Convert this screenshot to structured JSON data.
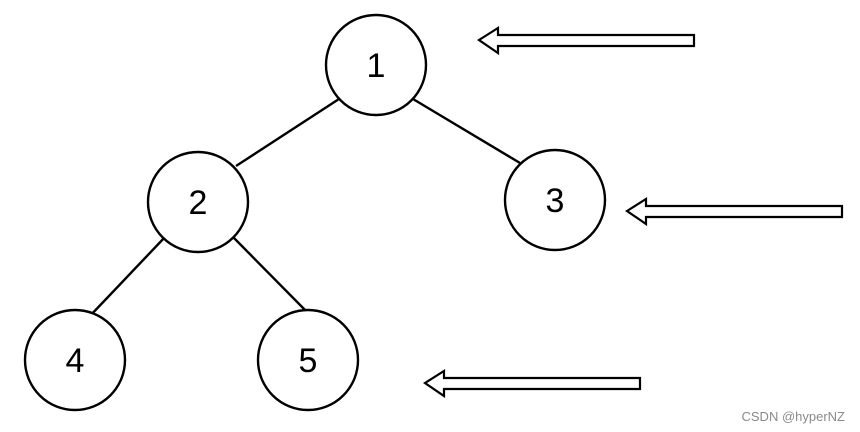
{
  "tree": {
    "nodes": [
      {
        "id": "1",
        "label": "1"
      },
      {
        "id": "2",
        "label": "2"
      },
      {
        "id": "3",
        "label": "3"
      },
      {
        "id": "4",
        "label": "4"
      },
      {
        "id": "5",
        "label": "5"
      }
    ],
    "edges": [
      {
        "from": "1",
        "to": "2"
      },
      {
        "from": "1",
        "to": "3"
      },
      {
        "from": "2",
        "to": "4"
      },
      {
        "from": "2",
        "to": "5"
      }
    ]
  },
  "level_arrows": [
    {
      "level": 1,
      "direction": "left"
    },
    {
      "level": 2,
      "direction": "left"
    },
    {
      "level": 3,
      "direction": "left"
    }
  ],
  "watermark": "CSDN @hyperNZ"
}
